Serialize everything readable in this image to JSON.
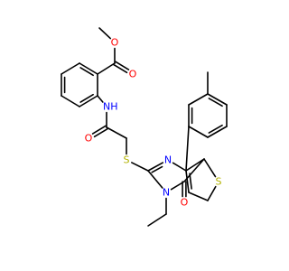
{
  "structure": {
    "atom_colors": {
      "O": "#ff0000",
      "N": "#0000ff",
      "S": "#b2b200",
      "C": "#000000"
    },
    "atom_labels": {
      "o_ester_single": "O",
      "o_ester_double": "O",
      "n_amide": "NH",
      "o_amide": "O",
      "s_thioether": "S",
      "n_ring_upper": "N",
      "n_ring_lower": "N",
      "o_ketone": "O",
      "s_thiophene": "S"
    }
  }
}
